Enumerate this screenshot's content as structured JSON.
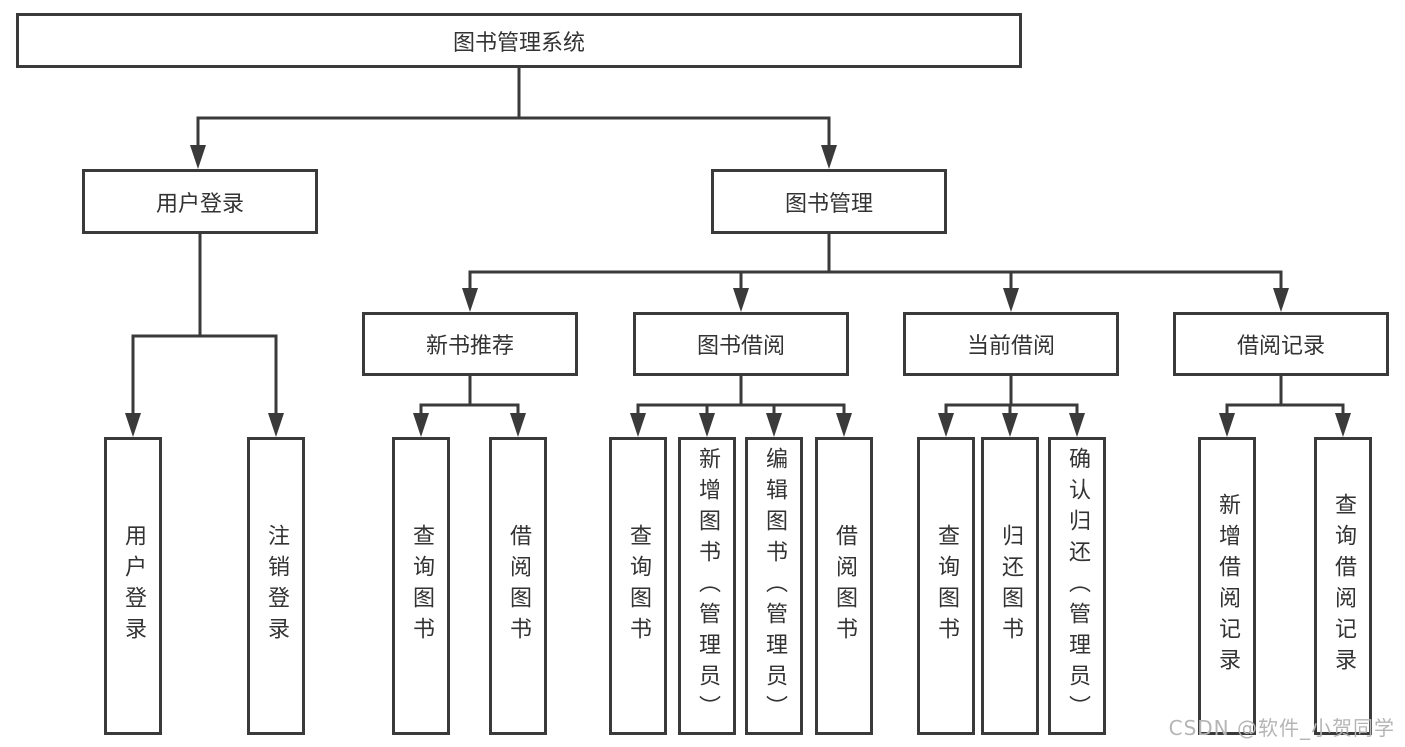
{
  "tree": {
    "root": {
      "label": "图书管理系统"
    },
    "branches": [
      {
        "label": "用户登录",
        "leaves": [
          {
            "label": "用户登录"
          },
          {
            "label": "注销登录"
          }
        ]
      },
      {
        "label": "图书管理",
        "groups": [
          {
            "label": "新书推荐",
            "leaves": [
              {
                "label": "查询图书"
              },
              {
                "label": "借阅图书"
              }
            ]
          },
          {
            "label": "图书借阅",
            "leaves": [
              {
                "label": "查询图书"
              },
              {
                "label": "新增图书（管理员）"
              },
              {
                "label": "编辑图书（管理员）"
              },
              {
                "label": "借阅图书"
              }
            ]
          },
          {
            "label": "当前借阅",
            "leaves": [
              {
                "label": "查询图书"
              },
              {
                "label": "归还图书"
              },
              {
                "label": "确认归还（管理员）"
              }
            ]
          },
          {
            "label": "借阅记录",
            "leaves": [
              {
                "label": "新增借阅记录"
              },
              {
                "label": "查询借阅记录"
              }
            ]
          }
        ]
      }
    ]
  },
  "watermark": {
    "text": "CSDN @软件_小贺同学"
  },
  "colors": {
    "line": "#3a3a3a",
    "text": "#333333",
    "box-bg": "#ffffff",
    "page-bg": "#ffffff",
    "watermark": "#b5b5b5"
  }
}
